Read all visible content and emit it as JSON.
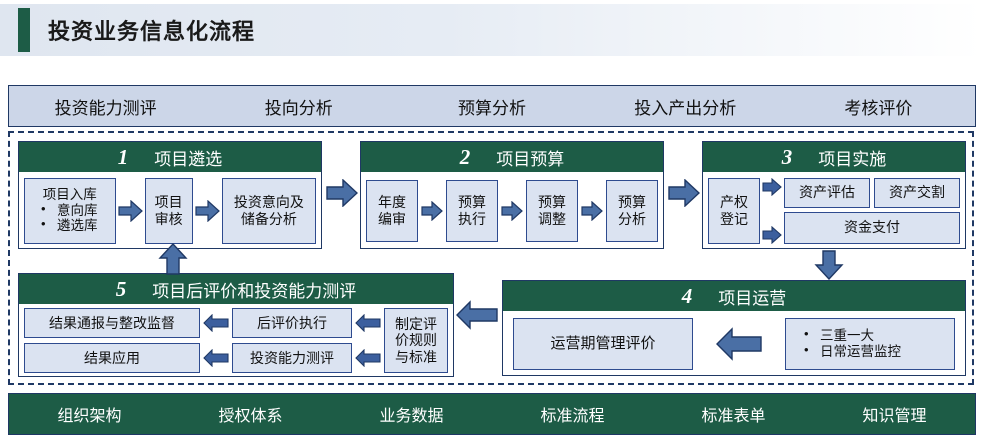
{
  "header": {
    "title": "投资业务信息化流程",
    "accent_color": "#1d5c46"
  },
  "top_band": {
    "items": [
      "投资能力测评",
      "投向分析",
      "预算分析",
      "投入产出分析",
      "考核评价"
    ]
  },
  "phases": [
    {
      "number": "1",
      "title": "项目遴选",
      "boxes": {
        "intake_head": "项目入库",
        "intake_bullets": [
          "意向库",
          "遴选库"
        ],
        "review": "项目\n审核",
        "review_line1": "项目",
        "review_line2": "审核",
        "analysis_line1": "投资意向及",
        "analysis_line2": "储备分析"
      }
    },
    {
      "number": "2",
      "title": "项目预算",
      "boxes": {
        "b1_l1": "年度",
        "b1_l2": "编审",
        "b2_l1": "预算",
        "b2_l2": "执行",
        "b3_l1": "预算",
        "b3_l2": "调整",
        "b4_l1": "预算",
        "b4_l2": "分析"
      }
    },
    {
      "number": "3",
      "title": "项目实施",
      "boxes": {
        "reg_l1": "产权",
        "reg_l2": "登记",
        "appraisal": "资产评估",
        "delivery": "资产交割",
        "payment": "资金支付"
      }
    },
    {
      "number": "4",
      "title": "项目运营",
      "boxes": {
        "ops_eval": "运营期管理评价",
        "bullets": [
          "三重一大",
          "日常运营监控"
        ]
      }
    },
    {
      "number": "5",
      "title": "项目后评价和投资能力测评",
      "boxes": {
        "result_notice": "结果通报与整改监督",
        "post_eval_exec": "后评价执行",
        "rules_l1": "制定评",
        "rules_l2": "价规则",
        "rules_l3": "与标准",
        "result_apply": "结果应用",
        "capability_eval": "投资能力测评"
      }
    }
  ],
  "bottom_band": {
    "items": [
      "组织架构",
      "授权体系",
      "业务数据",
      "标准流程",
      "标准表单",
      "知识管理"
    ]
  },
  "colors": {
    "green": "#1d5c46",
    "navy": "#1f3864",
    "light_blue": "#dbe3f1",
    "band_blue": "#ccd6e8",
    "arrow_fill": "#4a6fa5",
    "arrow_stroke": "#1f3864"
  }
}
